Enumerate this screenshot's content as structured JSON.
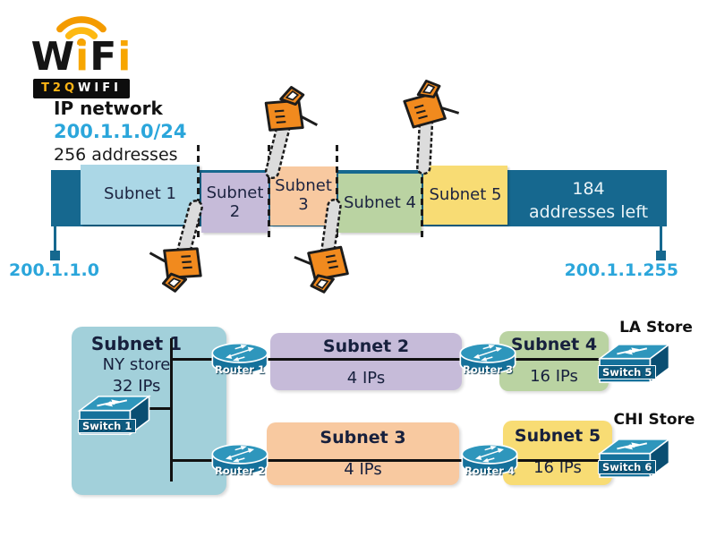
{
  "logo": {
    "brand_w": "W",
    "brand_i1": "i",
    "brand_f": "F",
    "brand_i2": "i",
    "tagline_accent": "T2Q",
    "tagline_rest": "WIFI"
  },
  "header": {
    "title": "IP network",
    "network": "200.1.1.0/24",
    "total": "256 addresses"
  },
  "address_bar": {
    "start_ip": "200.1.1.0",
    "end_ip": "200.1.1.255",
    "remaining_line1": "184",
    "remaining_line2": "addresses left",
    "segments": [
      {
        "label": "Subnet 1",
        "color": "#ABD7E6"
      },
      {
        "label": "Subnet 2",
        "color": "#C6BBD9"
      },
      {
        "label": "Subnet 3",
        "color": "#F8C9A0"
      },
      {
        "label": "Subnet 4",
        "color": "#BAD3A2"
      },
      {
        "label": "Subnet 5",
        "color": "#F8DC74"
      }
    ]
  },
  "topology": {
    "subnet1": {
      "title": "Subnet 1",
      "store": "NY store",
      "ips": "32 IPs"
    },
    "subnet2": {
      "title": "Subnet 2",
      "ips": "4 IPs"
    },
    "subnet3": {
      "title": "Subnet 3",
      "ips": "4 IPs"
    },
    "subnet4": {
      "title": "Subnet 4",
      "ips": "16 IPs"
    },
    "subnet5": {
      "title": "Subnet 5",
      "ips": "16 IPs"
    },
    "devices": {
      "switch1": "Switch 1",
      "switch5": "Switch 5",
      "switch6": "Switch 6",
      "router1": "Router 1",
      "router2": "Router 2",
      "router3": "Router 3",
      "router4": "Router 4"
    },
    "stores": {
      "la": "LA Store",
      "chi": "CHI Store"
    }
  },
  "colors": {
    "bar_teal": "#16688F",
    "accent_cyan": "#2BA6DB",
    "chainsaw_orange": "#F18A1E",
    "device_teal": "#15719B"
  }
}
